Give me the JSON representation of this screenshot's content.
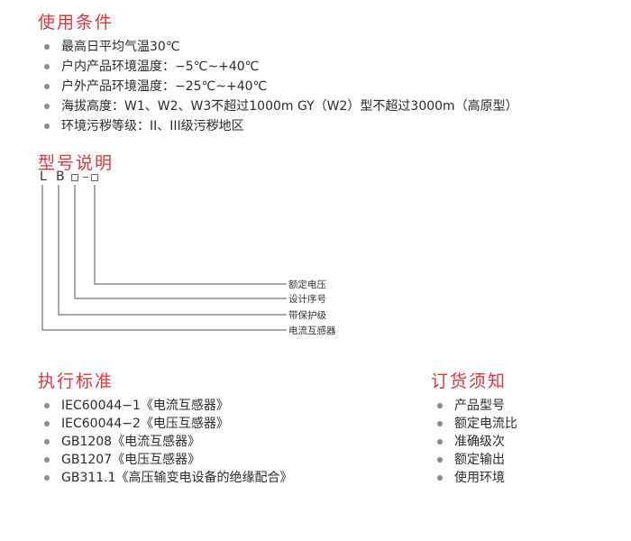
{
  "sections": {
    "conditions": {
      "title": "使用条件",
      "items": [
        "最高日平均气温30℃",
        "户内产品环境温度：−5℃~+40℃",
        "户外产品环境温度：−25℃~+40℃",
        "海拔高度：W1、W2、W3不超过1000m GY（W2）型不超过3000m（高原型）",
        "环境污秽等级：II、III级污秽地区"
      ]
    },
    "model": {
      "title": "型号说明",
      "code": {
        "letter1": "L",
        "letter2": "B",
        "separator": "−"
      },
      "labels": [
        "额定电压",
        "设计序号",
        "带保护级",
        "电流互感器"
      ]
    },
    "standards": {
      "title": "执行标准",
      "items": [
        "IEC60044−1《电流互感器》",
        "IEC60044−2《电压互感器》",
        "GB1208《电流互感器》",
        "GB1207《电压互感器》",
        "GB311.1《高压输变电设备的绝缘配合》"
      ]
    },
    "ordering": {
      "title": "订货须知",
      "items": [
        "产品型号",
        "额定电流比",
        "准确级次",
        "额定输出",
        "使用环境"
      ]
    }
  },
  "colors": {
    "heading": "#e0343a",
    "bullet": "#8a8a8a",
    "text": "#2b2b2b"
  }
}
